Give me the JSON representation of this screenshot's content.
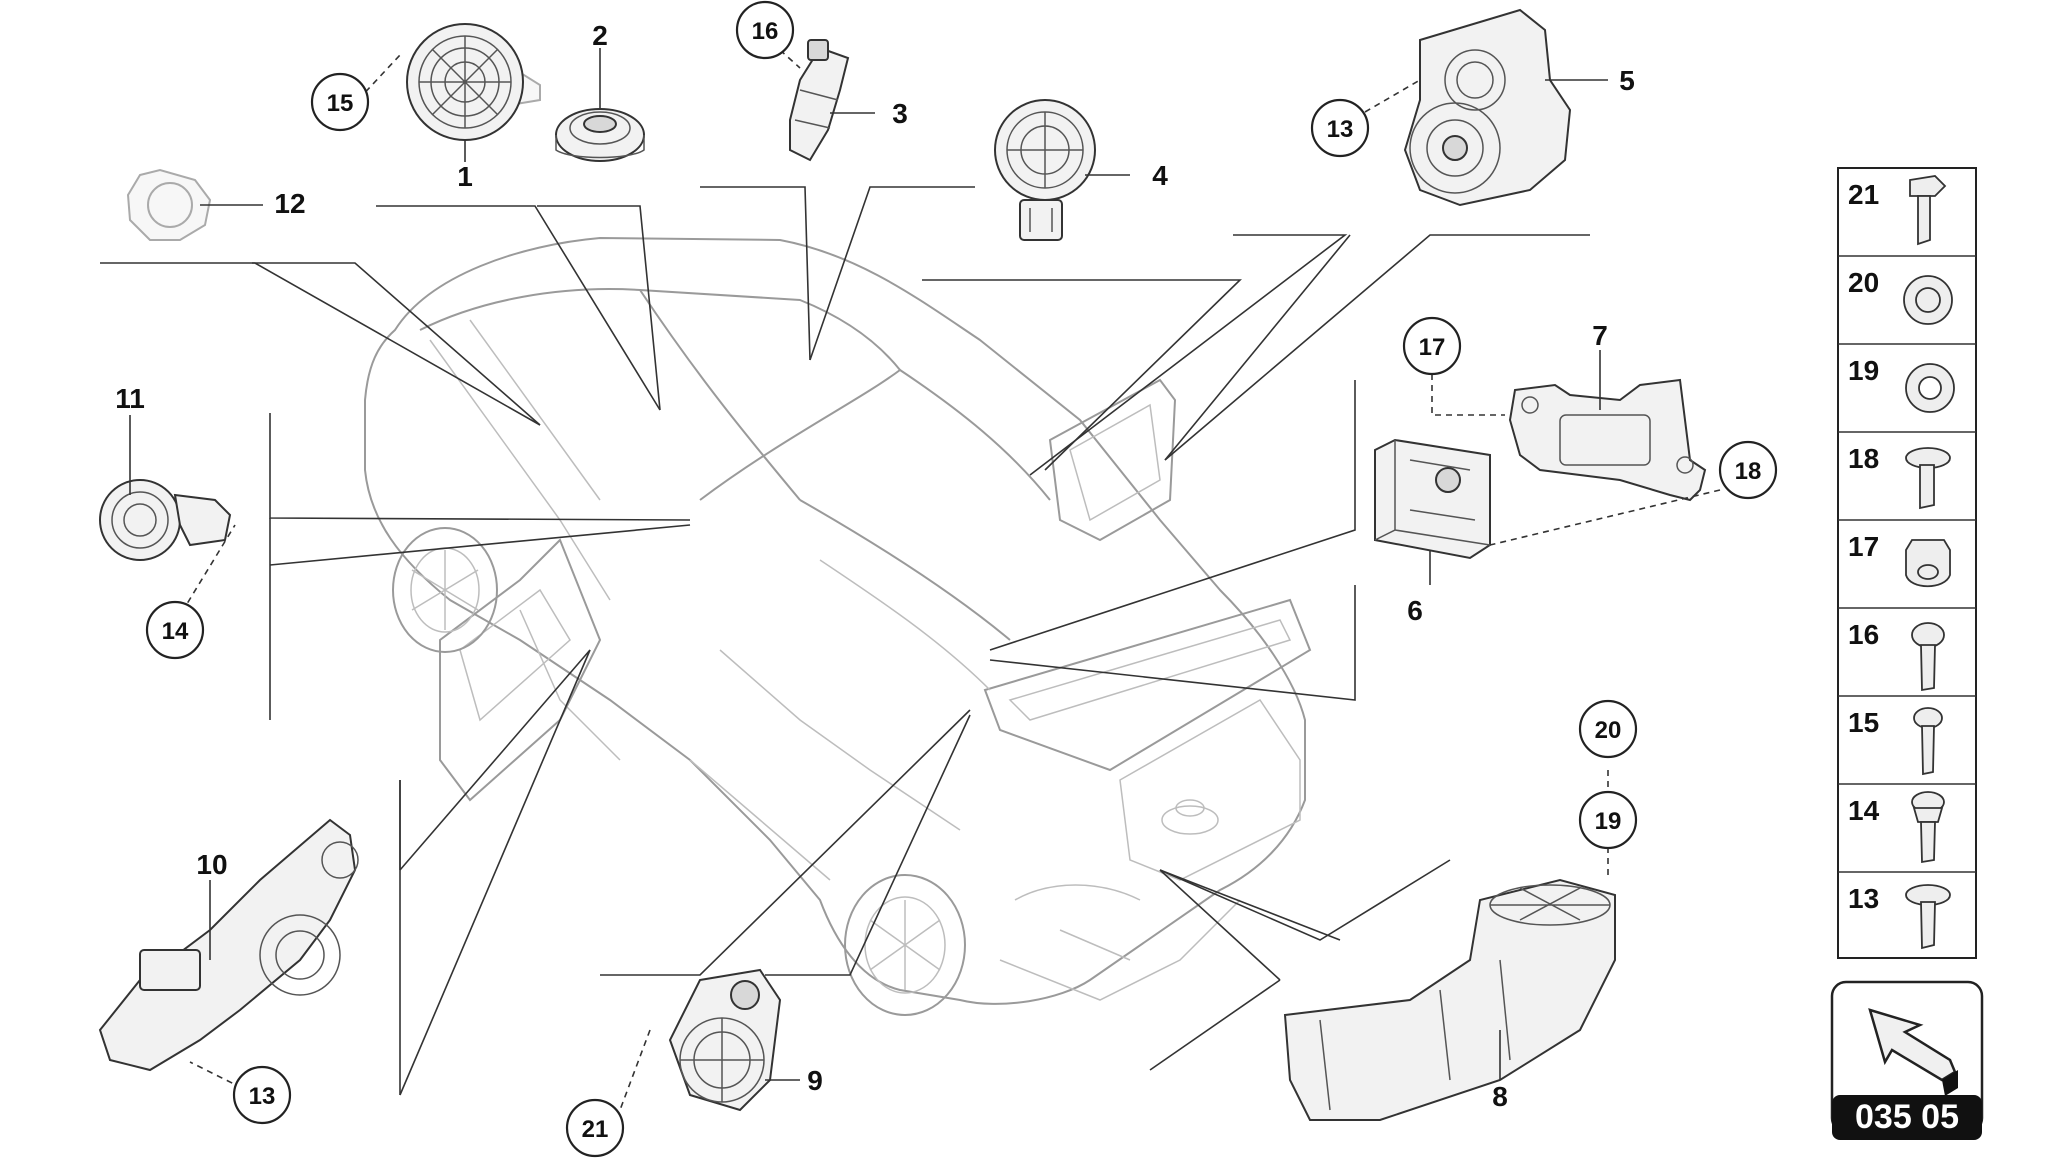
{
  "callouts": {
    "p1": "1",
    "p2": "2",
    "p3": "3",
    "p4": "4",
    "p5": "5",
    "p6": "6",
    "p7": "7",
    "p8": "8",
    "p9": "9",
    "p10": "10",
    "p11": "11",
    "p12": "12",
    "c13a": "13",
    "c13b": "13",
    "c14": "14",
    "c15": "15",
    "c16": "16",
    "c17": "17",
    "c18": "18",
    "c19": "19",
    "c20": "20",
    "c21": "21"
  },
  "legend": {
    "items": [
      {
        "number": "21",
        "icon": "hex-bolt-icon"
      },
      {
        "number": "20",
        "icon": "flange-nut-icon"
      },
      {
        "number": "19",
        "icon": "washer-icon"
      },
      {
        "number": "18",
        "icon": "flange-bolt-icon"
      },
      {
        "number": "17",
        "icon": "cap-nut-icon"
      },
      {
        "number": "16",
        "icon": "torx-screw-icon"
      },
      {
        "number": "15",
        "icon": "pan-screw-icon"
      },
      {
        "number": "14",
        "icon": "collar-screw-icon"
      },
      {
        "number": "13",
        "icon": "washer-screw-icon"
      }
    ]
  },
  "reference": {
    "code": "035 05",
    "arrow_icon": "direction-arrow-icon"
  }
}
